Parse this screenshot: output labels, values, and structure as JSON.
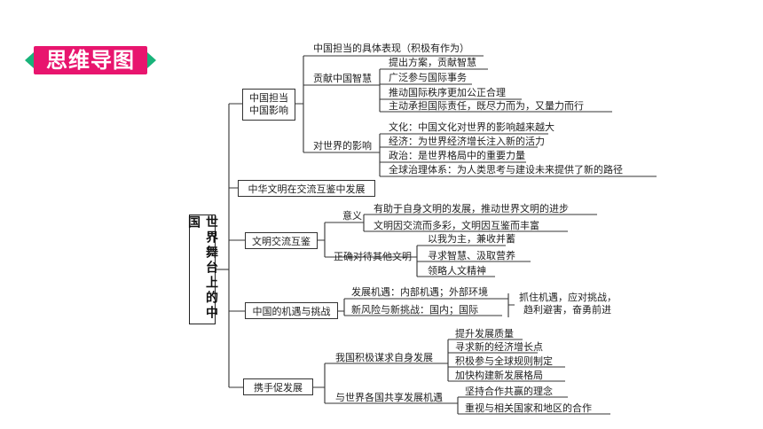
{
  "header": {
    "title": "思维导图"
  },
  "colors": {
    "banner": "#e8156e",
    "arrows": "#19b37a",
    "lines": "#333333"
  },
  "root": "世界舞台上的中国",
  "branch1": {
    "label_line1": "中国担当",
    "label_line2": "中国影响",
    "item_top": "中国担当的具体表现（积极有作为）",
    "wisdom": {
      "label": "贡献中国智慧",
      "items": [
        "提出方案，贡献智慧",
        "广泛参与国际事务",
        "推动国际秩序更加公正合理",
        "主动承担国际责任，既尽力而为，又量力而行"
      ]
    },
    "influence": {
      "label": "对世界的影响",
      "items": [
        "文化：中国文化对世界的影响越来越大",
        "经济：为世界经济增长注入新的活力",
        "政治：是世界格局中的重要力量",
        "全球治理体系：为人类思考与建设未来提供了新的路径"
      ]
    }
  },
  "branch2": {
    "label": "中华文明在交流互鉴中发展"
  },
  "branch3": {
    "label": "文明交流互鉴",
    "meaning": {
      "label": "意义",
      "items": [
        "有助于自身文明的发展，推动世界文明的进步",
        "文明因交流而多彩，文明因互鉴而丰富"
      ]
    },
    "attitude": {
      "label": "正确对待其他文明",
      "items": [
        "以我为主，兼收并蓄",
        "寻求智慧、汲取营养",
        "领略人文精神"
      ]
    }
  },
  "branch4": {
    "label": "中国的机遇与挑战",
    "items": [
      "发展机遇：内部机遇；外部环境",
      "新风险与新挑战：国内；国际"
    ],
    "response_line1": "抓住机遇，应对挑战，",
    "response_line2": "趋利避害，奋勇前进"
  },
  "branch5": {
    "label": "携手促发展",
    "pursue": {
      "label": "我国积极谋求自身发展",
      "items": [
        "提升发展质量",
        "寻求新的经济增长点",
        "积极参与全球规则制定",
        "加快构建新发展格局"
      ]
    },
    "share": {
      "label": "与世界各国共享发展机遇",
      "items": [
        "坚持合作共赢的理念",
        "重视与相关国家和地区的合作"
      ]
    }
  }
}
